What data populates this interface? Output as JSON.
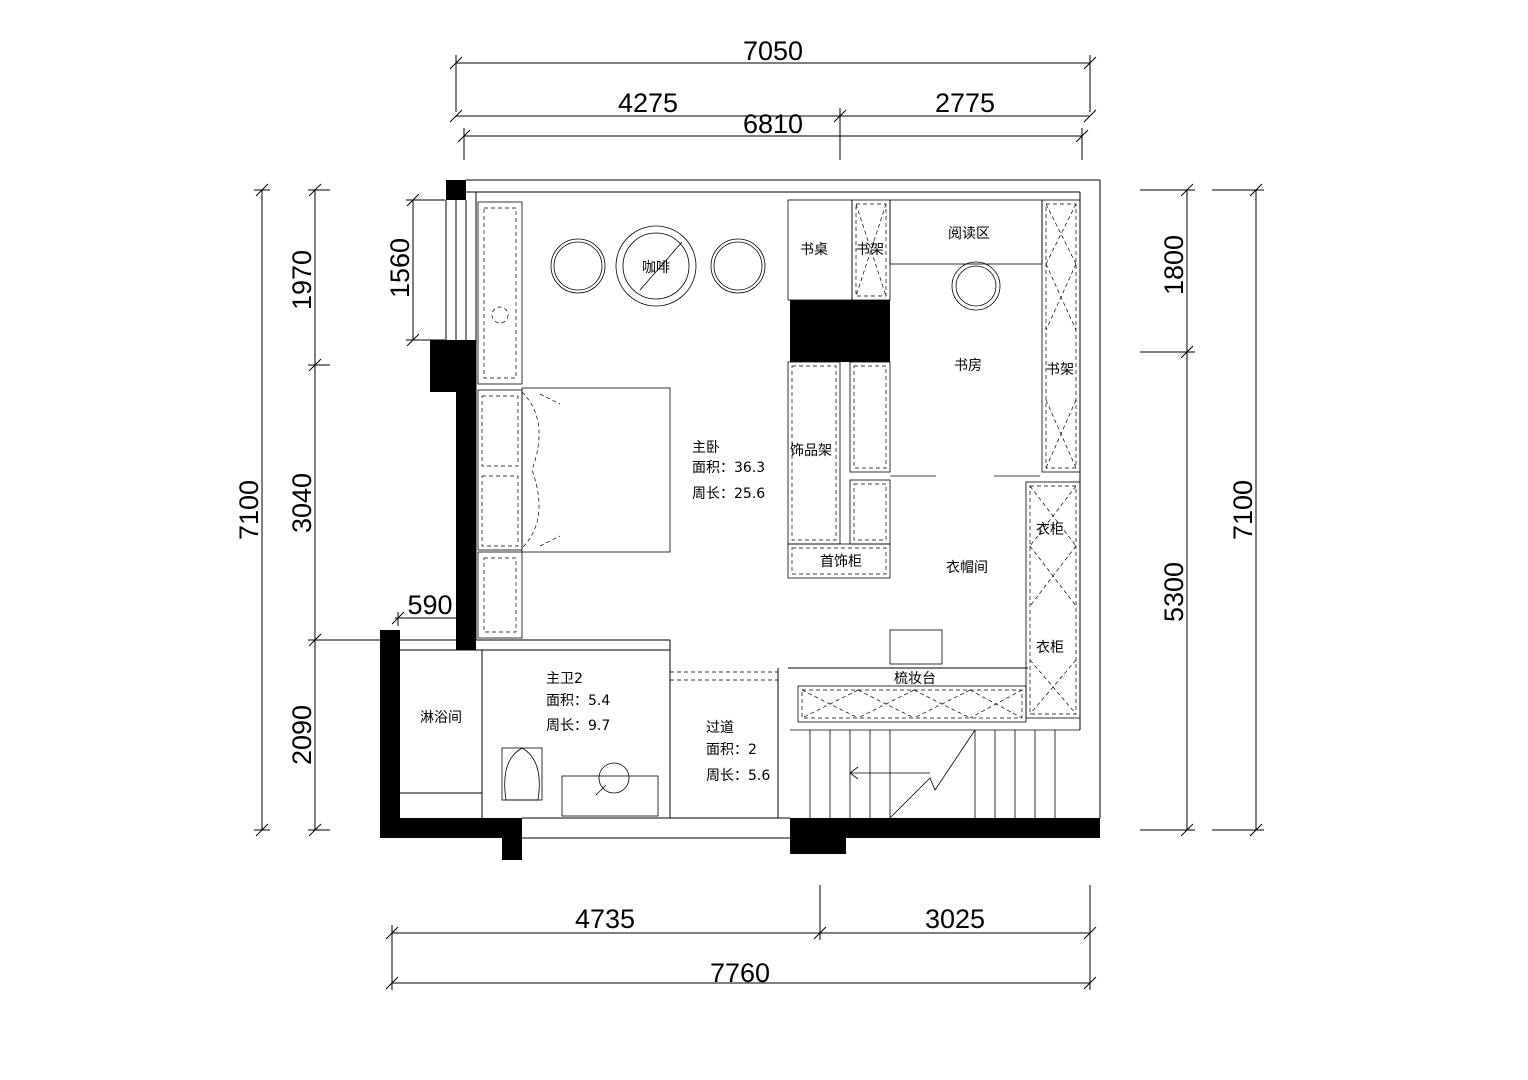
{
  "dimensions": {
    "top_total": "7050",
    "top_left": "4275",
    "top_right": "2775",
    "top_inner": "6810",
    "left_outer": "7100",
    "left_top": "1970",
    "left_window": "1560",
    "left_mid": "3040",
    "left_bottom": "2090",
    "left_small": "590",
    "right_top": "1800",
    "right_bottom": "5300",
    "right_outer": "7100",
    "bottom_left": "4735",
    "bottom_right": "3025",
    "bottom_total": "7760"
  },
  "rooms": {
    "master": {
      "name": "主卧",
      "area": "面积：36.3",
      "perimeter": "周长：25.6"
    },
    "bath": {
      "name": "主卫2",
      "area": "面积：5.4",
      "perimeter": "周长：9.7"
    },
    "hall": {
      "name": "过道",
      "area": "面积：2",
      "perimeter": "周长：5.6"
    },
    "study": "书房",
    "closet": "衣帽间",
    "shower": "淋浴间"
  },
  "furniture": {
    "coffee": "咖啡",
    "desk": "书桌",
    "shelf": "书架",
    "reading": "阅读区",
    "display": "饰品架",
    "jewelry": "首饰柜",
    "wardrobe_top": "衣柜",
    "wardrobe_bottom": "衣柜",
    "dresser": "梳妆台",
    "shelf_right": "书架"
  }
}
